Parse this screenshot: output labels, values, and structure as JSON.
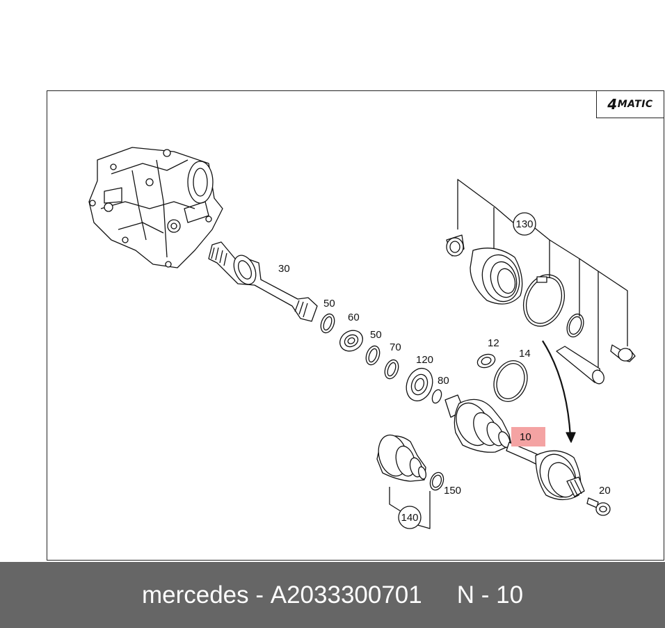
{
  "badge": {
    "lead": "4",
    "text": "MATIC"
  },
  "labels": {
    "p30": "30",
    "p50a": "50",
    "p60": "60",
    "p50b": "50",
    "p70": "70",
    "p120": "120",
    "p80": "80",
    "p12": "12",
    "p14": "14",
    "p130": "130",
    "p10": "10",
    "p140": "140",
    "p150": "150",
    "p20": "20"
  },
  "colors": {
    "highlight": "#f4a3a3",
    "footer_bg": "#666666",
    "line": "#111111"
  },
  "footer": {
    "brand": "mercedes",
    "sep": " - ",
    "part_number": "A2033300701",
    "position": "N - 10"
  }
}
